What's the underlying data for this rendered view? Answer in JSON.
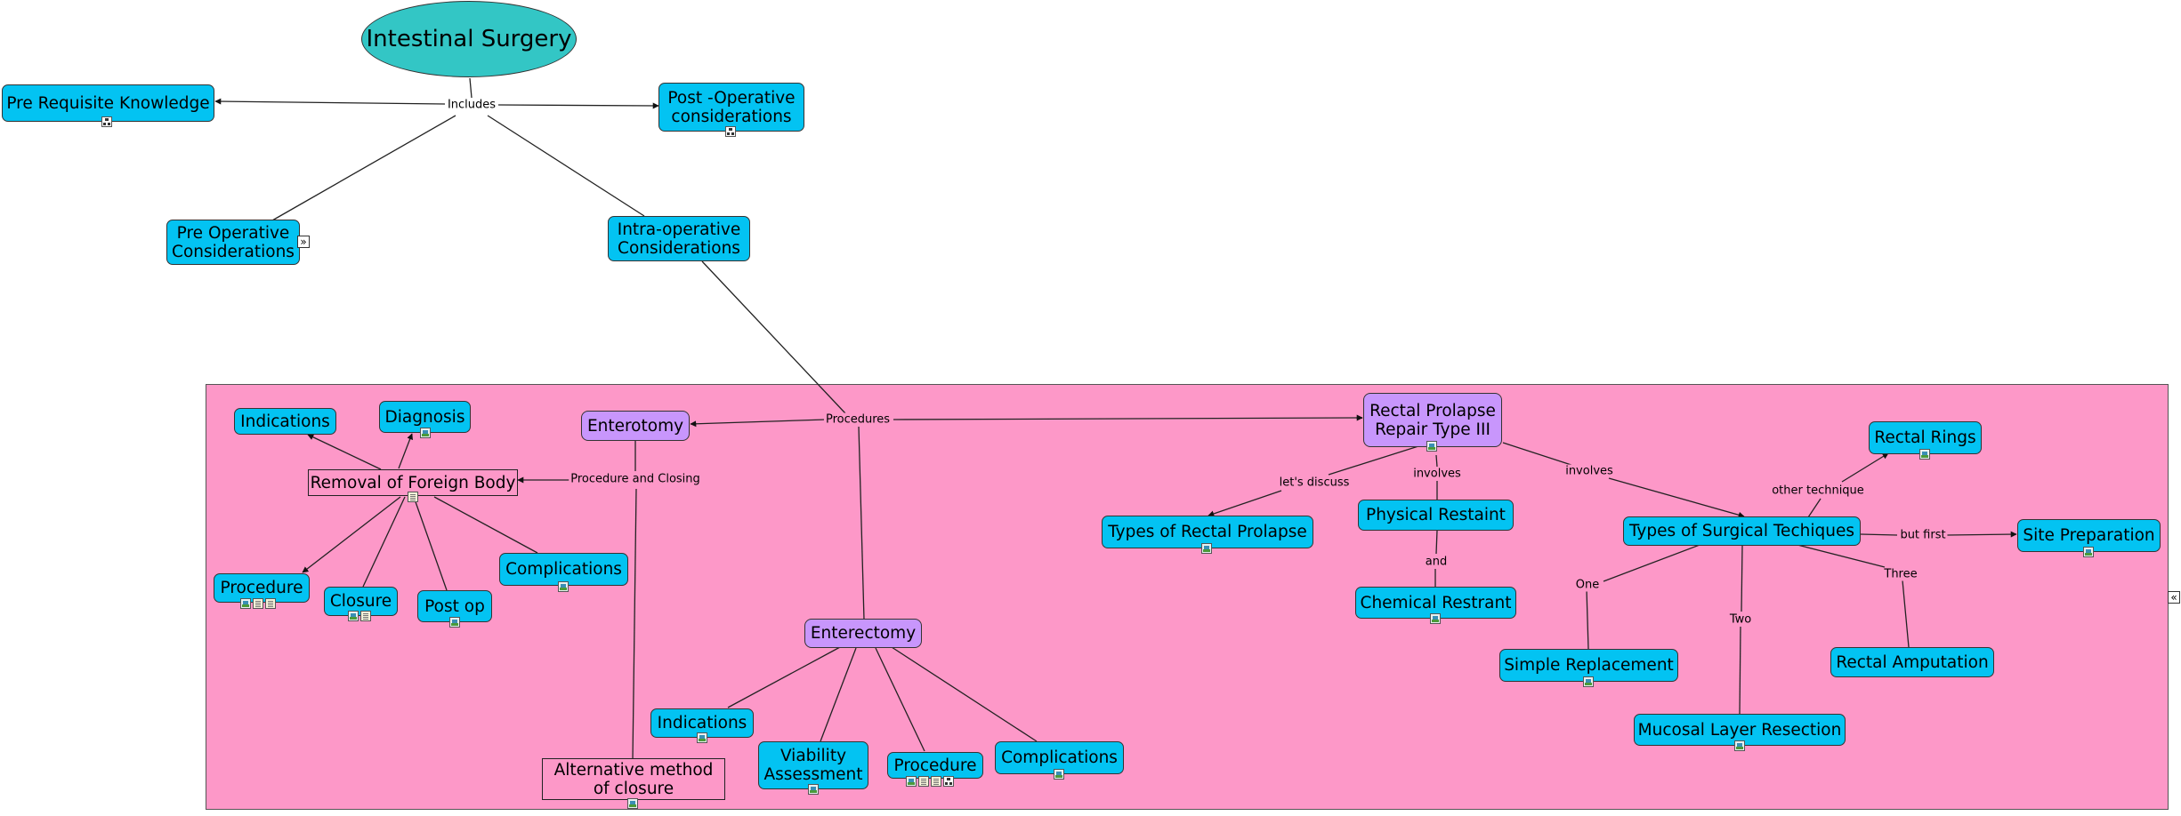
{
  "colors": {
    "concept": "#03c3f2",
    "sub_concept": "#c896fc",
    "root": "#33c6c5",
    "group_background": "#fd98c8",
    "line": "#222222"
  },
  "nodes": {
    "root": "Intestinal Surgery",
    "pre_requisite_knowledge": "Pre Requisite Knowledge",
    "post_operative": "Post -Operative\nconsiderations",
    "pre_operative": "Pre Operative\nConsiderations",
    "intra_operative": "Intra-operative\nConsiderations",
    "enterotomy": "Enterotomy",
    "rectal_prolapse_repair": "Rectal Prolapse\nRepair Type III",
    "indications_top": "Indications",
    "diagnosis": "Diagnosis",
    "removal_foreign_body": "Removal of Foreign Body",
    "procedure_left": "Procedure",
    "closure": "Closure",
    "post_op": "Post op",
    "complications_left": "Complications",
    "alternative_closure": "Alternative method\nof closure",
    "enterectomy": "Enterectomy",
    "indications_bottom": "Indications",
    "viability_assessment": "Viability\nAssessment",
    "procedure_bottom": "Procedure",
    "complications_bottom": "Complications",
    "types_rectal_prolapse": "Types of Rectal Prolapse",
    "physical_restraint": "Physical Restaint",
    "chemical_restraint": "Chemical Restrant",
    "types_surgical_techniques": "Types of Surgical Techiques",
    "rectal_rings": "Rectal Rings",
    "site_preparation": "Site Preparation",
    "simple_replacement": "Simple Replacement",
    "mucosal_layer_resection": "Mucosal Layer Resection",
    "rectal_amputation": "Rectal Amputation"
  },
  "link_labels": {
    "includes": "Includes",
    "procedures": "Procedures",
    "procedure_and_closing": "Procedure and Closing",
    "lets_discuss": "let's discuss",
    "involves_1": "involves",
    "involves_2": "involves",
    "and": "and",
    "other_technique": "other technique",
    "but_first": "but first",
    "one": "One",
    "two": "Two",
    "three": "Three"
  },
  "icons": {
    "resource": "resource-image-icon",
    "document": "document-icon",
    "concept_map": "concept-map-icon",
    "expand_right": "expand-right-icon",
    "expand_left": "expand-left-icon"
  },
  "expand_glyphs": {
    "right": "»",
    "left": "«"
  }
}
